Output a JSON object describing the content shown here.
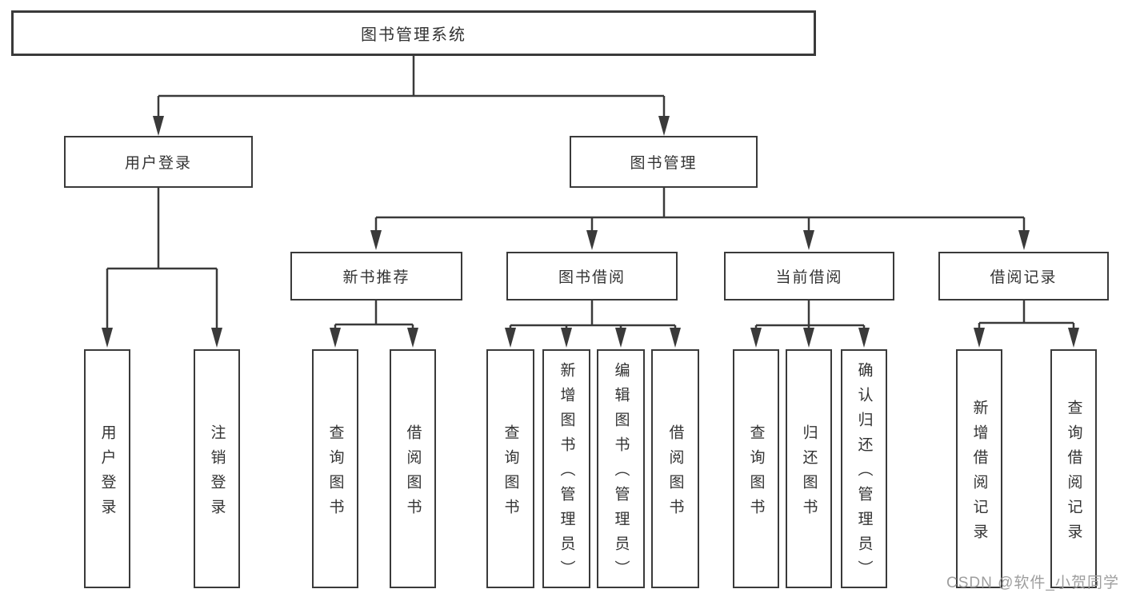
{
  "diagram": {
    "root": "图书管理系统",
    "level2": [
      {
        "label": "用户登录",
        "children": [
          "用户登录",
          "注销登录"
        ]
      },
      {
        "label": "图书管理"
      }
    ],
    "level3": [
      {
        "label": "新书推荐",
        "children": [
          "查询图书",
          "借阅图书"
        ]
      },
      {
        "label": "图书借阅",
        "children": [
          "查询图书",
          "新增图书（管理员）",
          "编辑图书（管理员）",
          "借阅图书"
        ]
      },
      {
        "label": "当前借阅",
        "children": [
          "查询图书",
          "归还图书",
          "确认归还（管理员）"
        ]
      },
      {
        "label": "借阅记录",
        "children": [
          "新增借阅记录",
          "查询借阅记录"
        ]
      }
    ]
  },
  "watermark": "CSDN @软件_小贺同学",
  "colors": {
    "line": "#3a3a3a",
    "text": "#333333",
    "watermark": "#9e9e9e",
    "background": "#ffffff"
  }
}
